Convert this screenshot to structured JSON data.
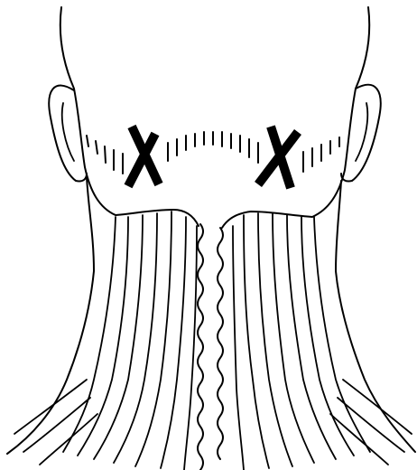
{
  "illustration": {
    "subject": "posterior-head-and-neck",
    "marks": {
      "count": 2,
      "symbol": "X",
      "positions": [
        "left-occipital",
        "right-occipital"
      ]
    },
    "colors": {
      "ink": "#000000",
      "background": "#ffffff"
    }
  }
}
